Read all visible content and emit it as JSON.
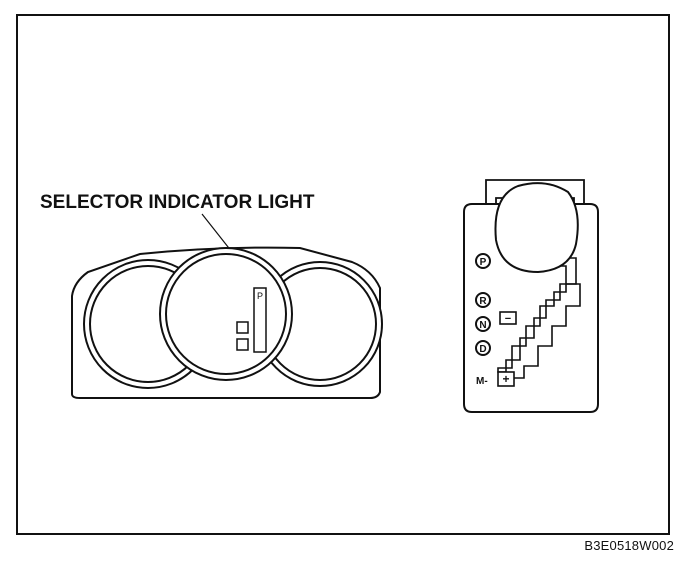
{
  "diagram": {
    "callout_label": "SELECTOR INDICATOR LIGHT",
    "indicator_letter": "P",
    "shifter": {
      "positions": [
        "P",
        "R",
        "N",
        "D"
      ],
      "manual_label": "M-",
      "manual_plus": "+",
      "manual_minus": "−"
    }
  },
  "footer": {
    "figure_code": "B3E0518W002"
  }
}
